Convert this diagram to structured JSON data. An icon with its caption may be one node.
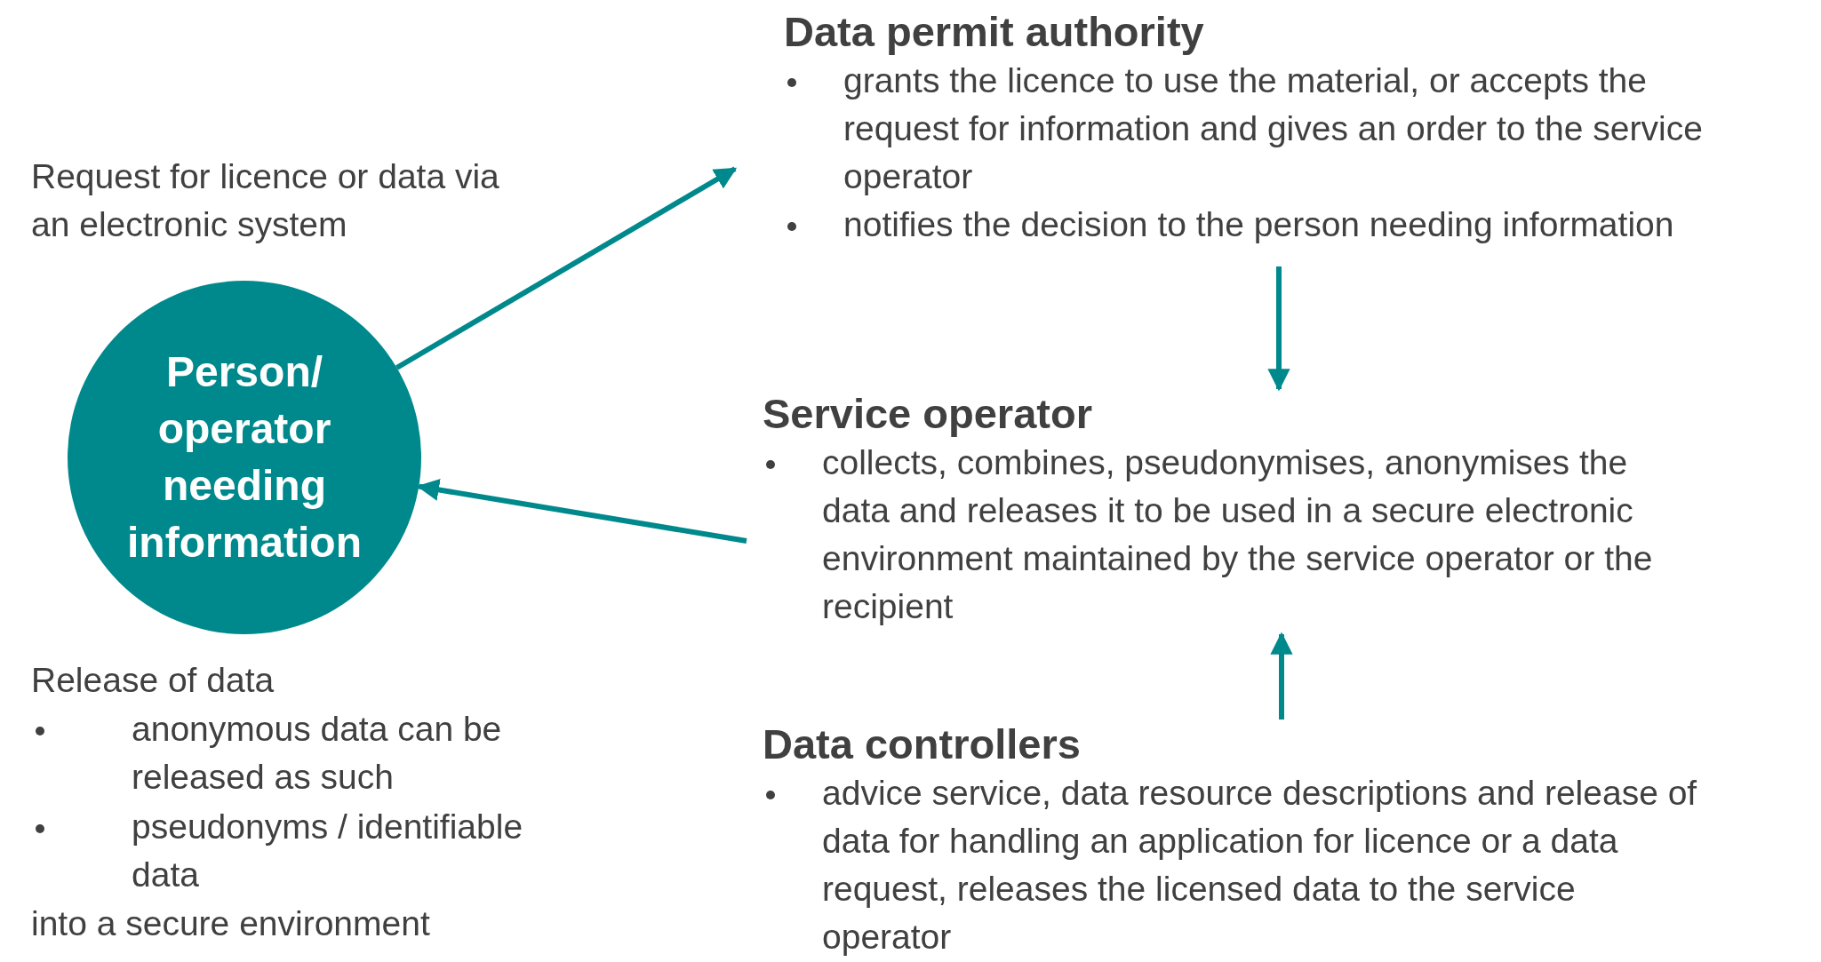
{
  "diagram": {
    "nodes": [
      {
        "text": [
          "Person/ operator needing information"
        ]
      },
      {
        "text": [
          "Data permit authority",
          "grants the licence to use the material, or accepts the request for information and gives an order to the service operator",
          "notifies the decision to the person needing information"
        ]
      },
      {
        "text": [
          "Service operator",
          "collects, combines, pseudonymises, anonymises the data and releases it to be used in a secure electronic environment maintained by the service operator or the recipient"
        ]
      },
      {
        "text": [
          "Data controllers",
          "advice service, data resource descriptions and release of data for handling an application for licence or a data request, releases the licensed data to the service operator"
        ]
      }
    ],
    "edges": [
      {
        "from": 0,
        "to": 1,
        "arrow": "to"
      },
      {
        "from": 1,
        "to": 2,
        "arrow": "to"
      },
      {
        "from": 2,
        "to": 0,
        "arrow": "to"
      },
      {
        "from": 3,
        "to": 2,
        "arrow": "to"
      }
    ],
    "labels": [
      "Request for licence or data via an electronic system",
      "Release of data",
      "anonymous data can be released as such",
      "pseudonyms / identifiable data",
      "into a secure environment"
    ]
  }
}
